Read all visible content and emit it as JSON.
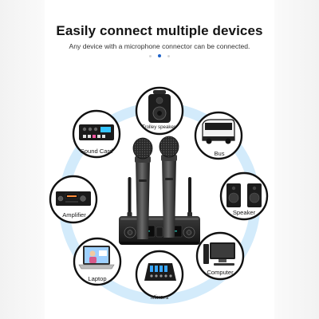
{
  "headline": "Easily connect multiple devices",
  "subline": "Any device with a microphone connector can be connected.",
  "devices": {
    "trolley_speaker": "Trolley speaker",
    "bus": "Bus",
    "sound_card": "Sound Card",
    "amplifier": "Amplifier",
    "speaker": "Speaker",
    "laptop": "Laptop",
    "computer": "Computer",
    "mixers": "Mixers"
  },
  "colors": {
    "ring": "#cfe9fb",
    "accent_dot": "#1e62c8",
    "circle_border": "#111111",
    "background": "#ffffff"
  }
}
